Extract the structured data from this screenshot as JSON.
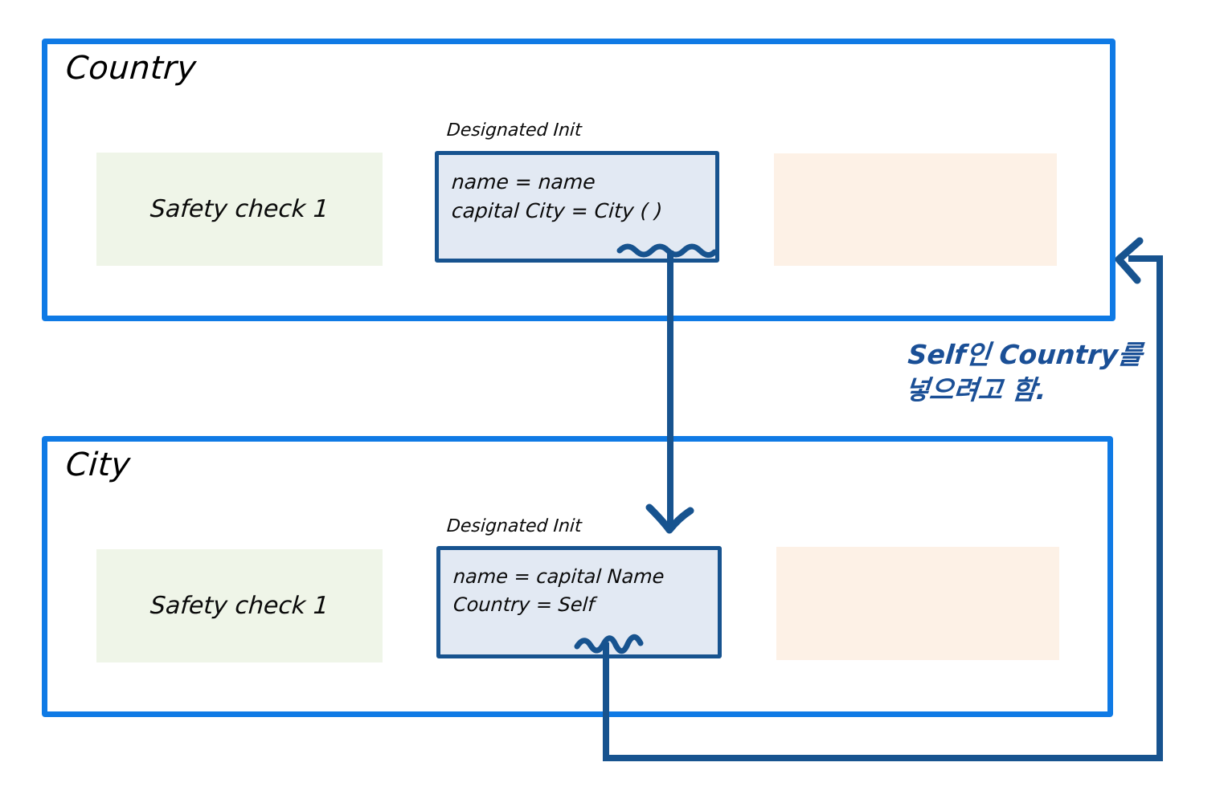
{
  "diagram": {
    "title_country": "Country",
    "title_city": "City",
    "classes": [
      {
        "name": "Country",
        "safety_block": {
          "label": "Safety check 1",
          "color": "#eff5e8"
        },
        "init_block": {
          "caption": "Designated Init",
          "lines": [
            "name = name",
            "capital City  =   City ( )"
          ],
          "fill": "#e2e9f3",
          "border": "#17538f",
          "squiggle_target": "City ( )"
        },
        "blank_block": {
          "label": "",
          "color": "#fdf1e6"
        }
      },
      {
        "name": "City",
        "safety_block": {
          "label": "Safety check 1",
          "color": "#eff5e8"
        },
        "init_block": {
          "caption": "Designated Init",
          "lines": [
            "name = capital Name",
            "Country =  Self"
          ],
          "fill": "#e2e9f3",
          "border": "#17538f",
          "squiggle_target": "Self"
        },
        "blank_block": {
          "label": "",
          "color": "#fdf1e6"
        }
      }
    ],
    "annotation": {
      "line1": "Self인 Country를",
      "line2": "넣으려고 함.",
      "color": "#1a4f96"
    },
    "colors": {
      "frame_border": "#0f7ae5",
      "init_border": "#17538f",
      "init_fill": "#e2e9f3",
      "green_block": "#eff5e8",
      "orange_block": "#fdf1e6",
      "arrow": "#17538f",
      "ink": "#0a0a0a",
      "background": "#ffffff"
    },
    "connectors": [
      {
        "name": "city-instantiation-arrow",
        "from": "Country.init.City()",
        "to": "City.class",
        "direction": "down"
      },
      {
        "name": "self-backreference-arrow",
        "from": "City.init.Self",
        "to": "Country.class",
        "direction": "left"
      }
    ]
  }
}
